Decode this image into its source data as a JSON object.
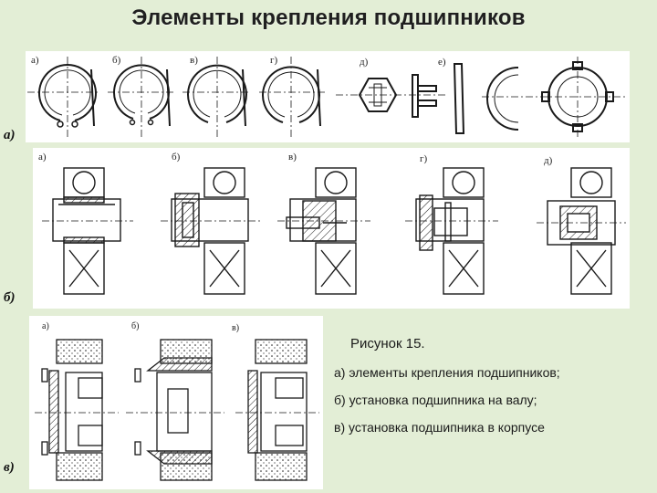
{
  "slide": {
    "title": "Элементы крепления подшипников"
  },
  "row_labels": {
    "a": "а)",
    "b": "б)",
    "c": "в)"
  },
  "panel_a": {
    "sub_labels": [
      "а)",
      "б)",
      "в)",
      "г)",
      "д)",
      "е)"
    ]
  },
  "panel_b": {
    "sub_labels": [
      "а)",
      "б)",
      "в)",
      "г)",
      "д)"
    ]
  },
  "panel_c": {
    "sub_labels": [
      "а)",
      "б)",
      "в)"
    ]
  },
  "caption": {
    "title": "Рисунок 15.",
    "line_a": "а) элементы крепления подшипников;",
    "line_b": "б) установка подшипника на валу;",
    "line_c": "в) установка подшипника в корпусе"
  },
  "colors": {
    "background": "#e3eed6",
    "panel": "#ffffff",
    "ink": "#1a1a1a"
  }
}
